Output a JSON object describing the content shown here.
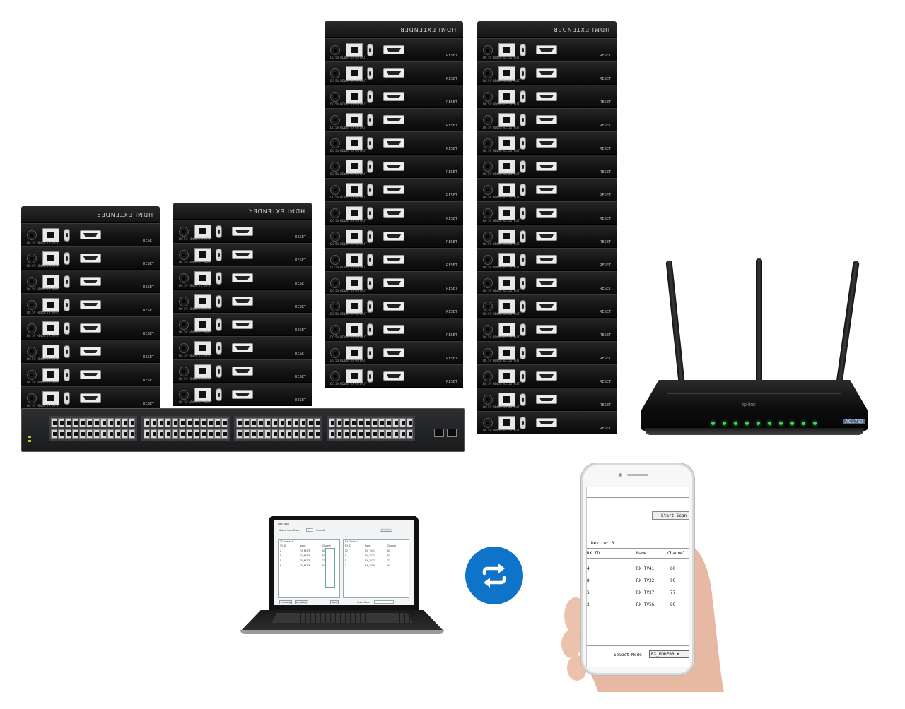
{
  "units": {
    "brand": "HDMI EXTENDER",
    "tx_label": "DC 5V   HDbaT TX   INPUT",
    "rx_label": "DC 5V   HDbaT RX   OUTPUT",
    "reset": "RESET"
  },
  "router": {
    "brand": "tp-link",
    "model": "AC1750"
  },
  "laptop_app": {
    "title": "Main Setup",
    "scan_label": "Auto or Scan Times:",
    "scan_value": "2",
    "seconds": "Seconds",
    "start_btn": "Start Scan",
    "tx_list": {
      "header": "TX Device: 4",
      "columns": [
        "TX ID",
        "Name",
        "Channel"
      ],
      "rows": [
        [
          "2",
          "TX_MOTE",
          "60"
        ],
        [
          "8",
          "TX_MOTE",
          "90"
        ],
        [
          "5",
          "TX_MOTE",
          "77"
        ],
        [
          "6",
          "TX_MOTE",
          "60"
        ]
      ]
    },
    "rx_list": {
      "header": "RX Device: 4",
      "columns": [
        "RX ID",
        "Name",
        "Channel"
      ],
      "rows": [
        [
          "10",
          "RX_TV41",
          "60"
        ],
        [
          "8",
          "RX_TV32",
          "90"
        ],
        [
          "5",
          "RX_TV37",
          "77"
        ],
        [
          "7",
          "RX_TV56",
          "60"
        ]
      ]
    },
    "bottom_btn_1": "Tx_Setting",
    "bottom_btn_2": "Rx_Setting",
    "apply_btn": "Apply",
    "select_mode": "Select Mode"
  },
  "phone_app": {
    "start_scan": "Start_Scan",
    "device_count": "Device: 0",
    "columns": [
      "RX ID",
      "Name",
      "Channel"
    ],
    "rows": [
      {
        "id": "4",
        "name": "RX_TV41",
        "channel": "60"
      },
      {
        "id": "8",
        "name": "RX_TV32",
        "channel": "90"
      },
      {
        "id": "5",
        "name": "RX_TV37",
        "channel": "77"
      },
      {
        "id": "3",
        "name": "RX_TV56",
        "channel": "60"
      }
    ],
    "select_mode_label": "Select Mode",
    "select_mode_value": "RX_MODE00"
  },
  "colors": {
    "sync_blue": "#0d74c9",
    "led_green": "#46d65a"
  },
  "icons": {
    "sync": "sync-arrows-icon"
  }
}
